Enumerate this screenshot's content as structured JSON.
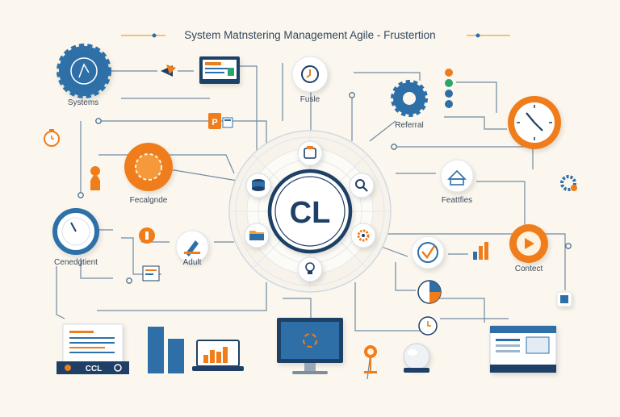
{
  "title": "System Matnstering Management Agile - Frustertion",
  "center": {
    "label": "CL"
  },
  "nodes": {
    "systems": "Systems",
    "fusle": "Fusle",
    "referral": "Referral",
    "fecalgnde": "Fecalgnde",
    "features": "Feattfies",
    "cenedgtient": "Cenedgtient",
    "adult": "Adult",
    "contact": "Contect"
  },
  "panel": {
    "label": "CCL"
  },
  "colors": {
    "background": "#fbf7ee",
    "blue": "#2e6fa8",
    "navy": "#1f3f66",
    "orange": "#f07d1a",
    "line": "#6f8aa3"
  }
}
